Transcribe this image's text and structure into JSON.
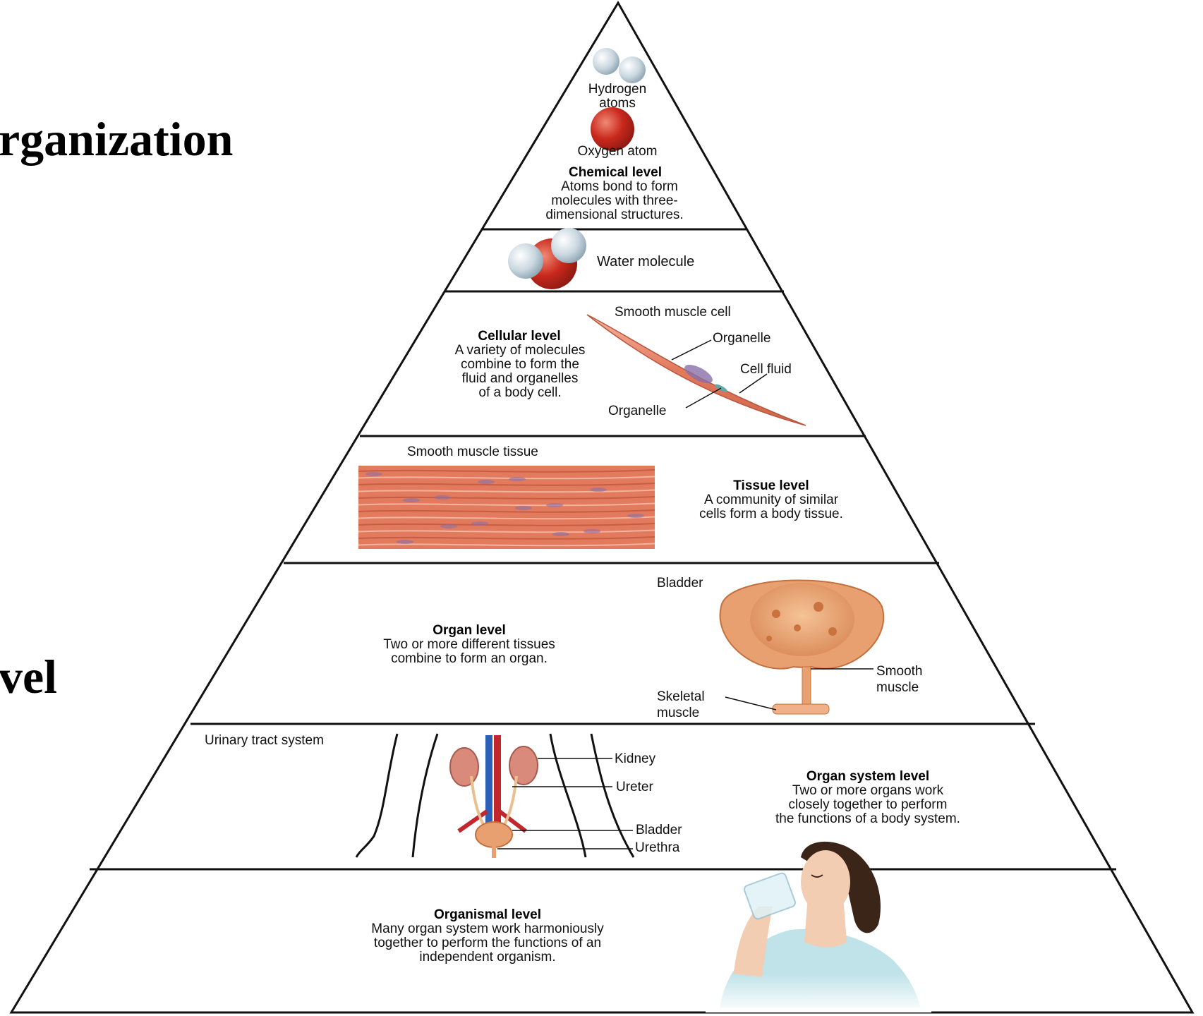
{
  "slide": {
    "heading_fragment": "rganization",
    "lower_fragment": "vel"
  },
  "colors": {
    "outline": "#111111",
    "atom_grey": "#c9d7e0",
    "atom_red": "#c9281c",
    "muscle": "#e27a5e",
    "muscle_light": "#f2a78c",
    "nucleus": "#8a6fa8",
    "bladder": "#e9a070",
    "vein": "#2b5fb8",
    "artery": "#c1272d",
    "kidney": "#d98a7a",
    "skin": "#f2cdb2",
    "shirt": "#bfe3e8",
    "hair": "#3b2418"
  },
  "levels": {
    "chemical": {
      "hydrogen_label_1": "Hydrogen",
      "hydrogen_label_2": "atoms",
      "oxygen_label": "Oxygen atom",
      "title": "Chemical level",
      "desc_1": "Atoms bond to form",
      "desc_2": "molecules with three-",
      "desc_3": "dimensional structures."
    },
    "molecule": {
      "label": "Water molecule"
    },
    "cellular": {
      "cell_label": "Smooth muscle cell",
      "title": "Cellular level",
      "desc_1": "A variety of molecules",
      "desc_2": "combine to form the",
      "desc_3": "fluid and organelles",
      "desc_4": "of a body cell.",
      "organelle_top": "Organelle",
      "cell_fluid": "Cell fluid",
      "organelle_bottom": "Organelle"
    },
    "tissue": {
      "tissue_label": "Smooth muscle tissue",
      "title": "Tissue level",
      "desc_1": "A community of similar",
      "desc_2": "cells form a body tissue."
    },
    "organ": {
      "bladder_label": "Bladder",
      "title": "Organ level",
      "desc_1": "Two or more different tissues",
      "desc_2": "combine to form an organ.",
      "smooth_1": "Smooth",
      "smooth_2": "muscle",
      "skeletal_1": "Skeletal",
      "skeletal_2": "muscle"
    },
    "organ_system": {
      "system_label": "Urinary tract system",
      "kidney": "Kidney",
      "ureter": "Ureter",
      "bladder": "Bladder",
      "urethra": "Urethra",
      "title": "Organ system level",
      "desc_1": "Two or more organs work",
      "desc_2": "closely together to perform",
      "desc_3": "the functions of a body system."
    },
    "organismal": {
      "title": "Organismal level",
      "desc_1": "Many organ system work harmoniously",
      "desc_2": "together to perform the functions of an",
      "desc_3": "independent organism."
    }
  }
}
